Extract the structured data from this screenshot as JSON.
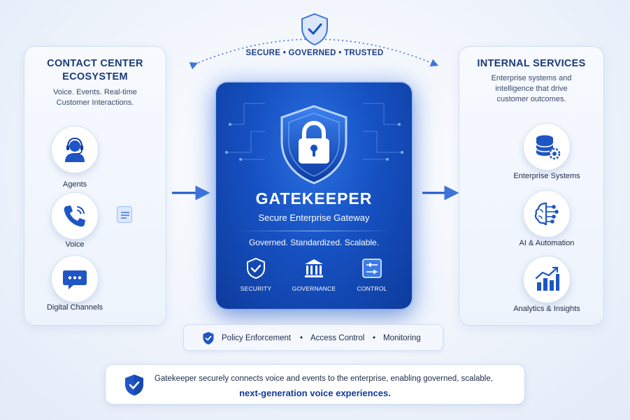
{
  "top": {
    "banner": "SECURE • GOVERNED • TRUSTED",
    "icon": "shield-check-icon"
  },
  "left_panel": {
    "title_line1": "CONTACT CENTER",
    "title_line2": "ECOSYSTEM",
    "subtitle_line1": "Voice. Events. Real-time",
    "subtitle_line2": "Customer Interactions.",
    "nodes": [
      {
        "label": "Agents",
        "icon": "headset-agent-icon"
      },
      {
        "label": "Voice",
        "icon": "phone-icon"
      },
      {
        "label": "Digital Channels",
        "icon": "chat-bubble-icon"
      }
    ]
  },
  "gateway": {
    "title": "GATEKEEPER",
    "subtitle": "Secure Enterprise Gateway",
    "tagline": "Governed. Standardized. Scalable.",
    "icon": "padlock-shield-icon",
    "features": [
      {
        "label": "SECURITY",
        "icon": "shield-check-icon"
      },
      {
        "label": "GOVERNANCE",
        "icon": "institution-icon"
      },
      {
        "label": "CONTROL",
        "icon": "sliders-icon"
      }
    ]
  },
  "right_panel": {
    "title": "INTERNAL SERVICES",
    "subtitle_line1": "Enterprise systems and",
    "subtitle_line2": "intelligence that drive",
    "subtitle_line3": "customer outcomes.",
    "nodes": [
      {
        "label": "Enterprise Systems",
        "icon": "database-gear-icon"
      },
      {
        "label": "AI & Automation",
        "icon": "brain-circuit-icon"
      },
      {
        "label": "Analytics & Insights",
        "icon": "bar-chart-trend-icon"
      }
    ]
  },
  "policy_bar": {
    "items": [
      "Policy Enforcement",
      "Access Control",
      "Monitoring"
    ],
    "separator": "•",
    "icon": "shield-check-icon"
  },
  "footer": {
    "line1": "Gatekeeper securely connects voice and events to the enterprise, enabling governed, scalable,",
    "line2": "next-generation voice experiences.",
    "icon": "shield-check-icon"
  },
  "colors": {
    "primary": "#1651c2",
    "dark": "#0e3b9c",
    "title": "#1c3a78",
    "accent_light": "#4a86e8"
  }
}
